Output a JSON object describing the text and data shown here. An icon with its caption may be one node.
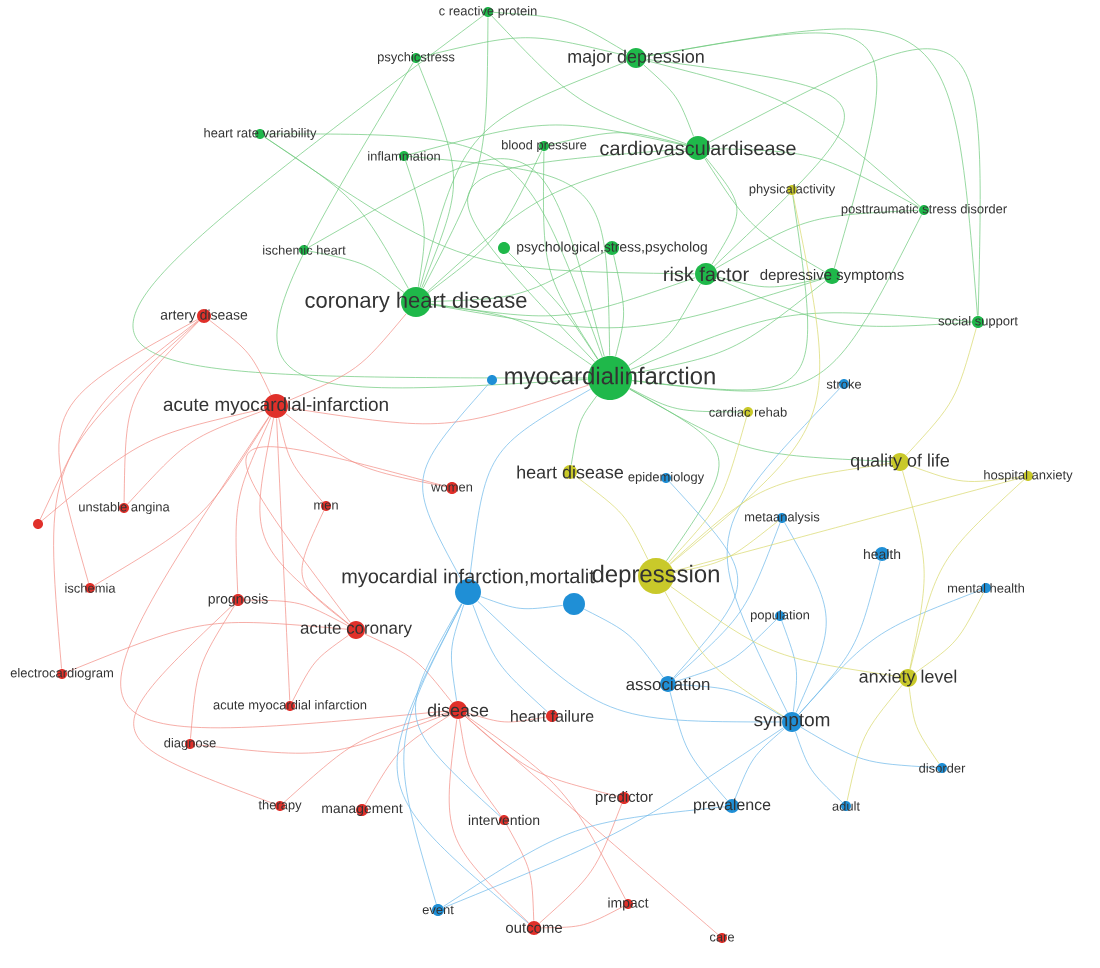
{
  "diagram": {
    "nodes": [
      {
        "text": [
          "c reactive protein"
        ]
      },
      {
        "text": [
          "psychicstress"
        ]
      },
      {
        "text": [
          "major depression"
        ]
      },
      {
        "text": [
          "heart rate variability"
        ]
      },
      {
        "text": [
          "blood pressure"
        ]
      },
      {
        "text": [
          "cardiovasculardisease"
        ]
      },
      {
        "text": [
          "inflammation"
        ]
      },
      {
        "text": [
          "physicalactivity"
        ]
      },
      {
        "text": [
          "posttraumatic stress disorder"
        ]
      },
      {
        "text": [
          "ischemic heart"
        ]
      },
      {
        "text": [],
        "shape": "circle"
      },
      {
        "text": [
          "psychological,stress,psycholog"
        ]
      },
      {
        "text": [
          "risk factor"
        ]
      },
      {
        "text": [
          "depressive symptoms"
        ]
      },
      {
        "text": [
          "coronary heart disease"
        ]
      },
      {
        "text": [
          "artery disease"
        ]
      },
      {
        "text": [
          "social support"
        ]
      },
      {
        "text": [
          "myocardialinfarction"
        ]
      },
      {
        "text": [],
        "shape": "circle"
      },
      {
        "text": [
          "stroke"
        ]
      },
      {
        "text": [
          "acute myocardial-infarction"
        ]
      },
      {
        "text": [
          "cardiac rehab"
        ]
      },
      {
        "text": [
          "quality of life"
        ]
      },
      {
        "text": [
          "heart disease"
        ]
      },
      {
        "text": [
          "epidemiology"
        ]
      },
      {
        "text": [
          "hospital anxiety"
        ]
      },
      {
        "text": [
          "women"
        ]
      },
      {
        "text": [
          "men"
        ]
      },
      {
        "text": [
          "unstable angina"
        ]
      },
      {
        "text": [
          "metaanalysis"
        ]
      },
      {
        "text": [],
        "shape": "circle"
      },
      {
        "text": [
          "health"
        ]
      },
      {
        "text": [
          "depresssion"
        ]
      },
      {
        "text": [
          "mental health"
        ]
      },
      {
        "text": [
          "ischemia"
        ]
      },
      {
        "text": [
          "myocardial infarction,mortalit"
        ]
      },
      {
        "text": [],
        "shape": "circle"
      },
      {
        "text": [
          "prognosis"
        ]
      },
      {
        "text": [
          "population"
        ]
      },
      {
        "text": [
          "acute coronary"
        ]
      },
      {
        "text": [
          "electrocardiogram"
        ]
      },
      {
        "text": [
          "anxiety level"
        ]
      },
      {
        "text": [
          "association"
        ]
      },
      {
        "text": [
          "acute myocardial infarction"
        ]
      },
      {
        "text": [
          "disease"
        ]
      },
      {
        "text": [
          "heart failure"
        ]
      },
      {
        "text": [
          "symptom"
        ]
      },
      {
        "text": [
          "diagnose"
        ]
      },
      {
        "text": [
          "disorder"
        ]
      },
      {
        "text": [
          "predictor"
        ]
      },
      {
        "text": [
          "therapy"
        ]
      },
      {
        "text": [
          "adult"
        ]
      },
      {
        "text": [
          "prevalence"
        ]
      },
      {
        "text": [
          "management"
        ]
      },
      {
        "text": [
          "intervention"
        ]
      },
      {
        "text": [
          "impact"
        ]
      },
      {
        "text": [
          "event"
        ]
      },
      {
        "text": [
          "outcome"
        ]
      },
      {
        "text": [
          "care"
        ]
      }
    ],
    "edges": [
      {
        "from": 17,
        "to": 0,
        "arrow": "none"
      },
      {
        "from": 17,
        "to": 1,
        "arrow": "none"
      },
      {
        "from": 17,
        "to": 3,
        "arrow": "none"
      },
      {
        "from": 17,
        "to": 4,
        "arrow": "none"
      },
      {
        "from": 17,
        "to": 5,
        "arrow": "none"
      },
      {
        "from": 17,
        "to": 6,
        "arrow": "none"
      },
      {
        "from": 17,
        "to": 8,
        "arrow": "none"
      },
      {
        "from": 17,
        "to": 9,
        "arrow": "none"
      },
      {
        "from": 17,
        "to": 11,
        "arrow": "none"
      },
      {
        "from": 17,
        "to": 12,
        "arrow": "none"
      },
      {
        "from": 17,
        "to": 13,
        "arrow": "none"
      },
      {
        "from": 17,
        "to": 14,
        "arrow": "none"
      },
      {
        "from": 17,
        "to": 16,
        "arrow": "none"
      },
      {
        "from": 17,
        "to": 32,
        "arrow": "none"
      },
      {
        "from": 17,
        "to": 23,
        "arrow": "none"
      },
      {
        "from": 17,
        "to": 7,
        "arrow": "none"
      },
      {
        "from": 17,
        "to": 21,
        "arrow": "none"
      },
      {
        "from": 17,
        "to": 22,
        "arrow": "none"
      },
      {
        "from": 17,
        "to": 10,
        "arrow": "none"
      },
      {
        "from": 14,
        "to": 0,
        "arrow": "none"
      },
      {
        "from": 14,
        "to": 1,
        "arrow": "none"
      },
      {
        "from": 14,
        "to": 2,
        "arrow": "none"
      },
      {
        "from": 14,
        "to": 3,
        "arrow": "none"
      },
      {
        "from": 14,
        "to": 5,
        "arrow": "none"
      },
      {
        "from": 14,
        "to": 6,
        "arrow": "none"
      },
      {
        "from": 14,
        "to": 9,
        "arrow": "none"
      },
      {
        "from": 14,
        "to": 11,
        "arrow": "none"
      },
      {
        "from": 14,
        "to": 12,
        "arrow": "none"
      },
      {
        "from": 14,
        "to": 13,
        "arrow": "none"
      },
      {
        "from": 14,
        "to": 4,
        "arrow": "none"
      },
      {
        "from": 5,
        "to": 2,
        "arrow": "none"
      },
      {
        "from": 5,
        "to": 4,
        "arrow": "none"
      },
      {
        "from": 5,
        "to": 6,
        "arrow": "none"
      },
      {
        "from": 5,
        "to": 8,
        "arrow": "none"
      },
      {
        "from": 5,
        "to": 12,
        "arrow": "none"
      },
      {
        "from": 5,
        "to": 13,
        "arrow": "none"
      },
      {
        "from": 5,
        "to": 16,
        "arrow": "none"
      },
      {
        "from": 5,
        "to": 0,
        "arrow": "none"
      },
      {
        "from": 2,
        "to": 0,
        "arrow": "none"
      },
      {
        "from": 2,
        "to": 1,
        "arrow": "none"
      },
      {
        "from": 2,
        "to": 12,
        "arrow": "none"
      },
      {
        "from": 2,
        "to": 13,
        "arrow": "none"
      },
      {
        "from": 2,
        "to": 8,
        "arrow": "none"
      },
      {
        "from": 2,
        "to": 16,
        "arrow": "none"
      },
      {
        "from": 12,
        "to": 13,
        "arrow": "none"
      },
      {
        "from": 12,
        "to": 16,
        "arrow": "none"
      },
      {
        "from": 12,
        "to": 8,
        "arrow": "none"
      },
      {
        "from": 12,
        "to": 3,
        "arrow": "none"
      },
      {
        "from": 20,
        "to": 15,
        "arrow": "none",
        "color": "#f28b82"
      },
      {
        "from": 20,
        "to": 28,
        "arrow": "none",
        "color": "#f28b82"
      },
      {
        "from": 20,
        "to": 27,
        "arrow": "none",
        "color": "#f28b82"
      },
      {
        "from": 20,
        "to": 26,
        "arrow": "none",
        "color": "#f28b82"
      },
      {
        "from": 20,
        "to": 34,
        "arrow": "none",
        "color": "#f28b82"
      },
      {
        "from": 20,
        "to": 37,
        "arrow": "none",
        "color": "#f28b82"
      },
      {
        "from": 20,
        "to": 39,
        "arrow": "none",
        "color": "#f28b82"
      },
      {
        "from": 20,
        "to": 43,
        "arrow": "none",
        "color": "#f28b82"
      },
      {
        "from": 20,
        "to": 44,
        "arrow": "none",
        "color": "#f28b82"
      },
      {
        "from": 20,
        "to": 30,
        "arrow": "none",
        "color": "#f28b82"
      },
      {
        "from": 20,
        "to": 14,
        "arrow": "none",
        "color": "#f28b82"
      },
      {
        "from": 20,
        "to": 17,
        "arrow": "none",
        "color": "#f28b82"
      },
      {
        "from": 44,
        "to": 45,
        "arrow": "none",
        "color": "#f28b82"
      },
      {
        "from": 44,
        "to": 47,
        "arrow": "none",
        "color": "#f28b82"
      },
      {
        "from": 44,
        "to": 50,
        "arrow": "none",
        "color": "#f28b82"
      },
      {
        "from": 44,
        "to": 53,
        "arrow": "none",
        "color": "#f28b82"
      },
      {
        "from": 44,
        "to": 54,
        "arrow": "none",
        "color": "#f28b82"
      },
      {
        "from": 44,
        "to": 55,
        "arrow": "none",
        "color": "#f28b82"
      },
      {
        "from": 44,
        "to": 57,
        "arrow": "none",
        "color": "#f28b82"
      },
      {
        "from": 44,
        "to": 58,
        "arrow": "none",
        "color": "#f28b82"
      },
      {
        "from": 44,
        "to": 49,
        "arrow": "none",
        "color": "#f28b82"
      },
      {
        "from": 44,
        "to": 39,
        "arrow": "none",
        "color": "#f28b82"
      },
      {
        "from": 39,
        "to": 37,
        "arrow": "none",
        "color": "#f28b82"
      },
      {
        "from": 39,
        "to": 43,
        "arrow": "none",
        "color": "#f28b82"
      },
      {
        "from": 39,
        "to": 26,
        "arrow": "none",
        "color": "#f28b82"
      },
      {
        "from": 39,
        "to": 27,
        "arrow": "none",
        "color": "#f28b82"
      },
      {
        "from": 39,
        "to": 40,
        "arrow": "none",
        "color": "#f28b82"
      },
      {
        "from": 57,
        "to": 54,
        "arrow": "none",
        "color": "#f28b82"
      },
      {
        "from": 57,
        "to": 55,
        "arrow": "none",
        "color": "#f28b82"
      },
      {
        "from": 57,
        "to": 49,
        "arrow": "none",
        "color": "#f28b82"
      },
      {
        "from": 15,
        "to": 28,
        "arrow": "none",
        "color": "#f28b82"
      },
      {
        "from": 15,
        "to": 30,
        "arrow": "none",
        "color": "#f28b82"
      },
      {
        "from": 15,
        "to": 34,
        "arrow": "none",
        "color": "#f28b82"
      },
      {
        "from": 15,
        "to": 40,
        "arrow": "none",
        "color": "#f28b82"
      },
      {
        "from": 37,
        "to": 47,
        "arrow": "none",
        "color": "#f28b82"
      },
      {
        "from": 37,
        "to": 50,
        "arrow": "none",
        "color": "#f28b82"
      },
      {
        "from": 35,
        "to": 44,
        "arrow": "none",
        "color": "#6bb8ea"
      },
      {
        "from": 35,
        "to": 45,
        "arrow": "none",
        "color": "#6bb8ea"
      },
      {
        "from": 35,
        "to": 17,
        "arrow": "none",
        "color": "#6bb8ea"
      },
      {
        "from": 35,
        "to": 56,
        "arrow": "none",
        "color": "#6bb8ea"
      },
      {
        "from": 35,
        "to": 57,
        "arrow": "none",
        "color": "#6bb8ea"
      },
      {
        "from": 35,
        "to": 54,
        "arrow": "none",
        "color": "#6bb8ea"
      },
      {
        "from": 35,
        "to": 36,
        "arrow": "none",
        "color": "#6bb8ea"
      },
      {
        "from": 35,
        "to": 18,
        "arrow": "none",
        "color": "#6bb8ea"
      },
      {
        "from": 46,
        "to": 42,
        "arrow": "none",
        "color": "#6bb8ea"
      },
      {
        "from": 46,
        "to": 52,
        "arrow": "none",
        "color": "#6bb8ea"
      },
      {
        "from": 46,
        "to": 51,
        "arrow": "none",
        "color": "#6bb8ea"
      },
      {
        "from": 46,
        "to": 48,
        "arrow": "none",
        "color": "#6bb8ea"
      },
      {
        "from": 46,
        "to": 33,
        "arrow": "none",
        "color": "#6bb8ea"
      },
      {
        "from": 46,
        "to": 31,
        "arrow": "none",
        "color": "#6bb8ea"
      },
      {
        "from": 46,
        "to": 29,
        "arrow": "none",
        "color": "#6bb8ea"
      },
      {
        "from": 46,
        "to": 38,
        "arrow": "none",
        "color": "#6bb8ea"
      },
      {
        "from": 46,
        "to": 35,
        "arrow": "none",
        "color": "#6bb8ea"
      },
      {
        "from": 46,
        "to": 56,
        "arrow": "none",
        "color": "#6bb8ea"
      },
      {
        "from": 46,
        "to": 19,
        "arrow": "none",
        "color": "#6bb8ea"
      },
      {
        "from": 42,
        "to": 52,
        "arrow": "none",
        "color": "#6bb8ea"
      },
      {
        "from": 42,
        "to": 38,
        "arrow": "none",
        "color": "#6bb8ea"
      },
      {
        "from": 42,
        "to": 29,
        "arrow": "none",
        "color": "#6bb8ea"
      },
      {
        "from": 42,
        "to": 24,
        "arrow": "none",
        "color": "#6bb8ea"
      },
      {
        "from": 42,
        "to": 36,
        "arrow": "none",
        "color": "#6bb8ea"
      },
      {
        "from": 52,
        "to": 56,
        "arrow": "none",
        "color": "#6bb8ea"
      },
      {
        "from": 32,
        "to": 41,
        "arrow": "none",
        "color": "#d9d96a"
      },
      {
        "from": 32,
        "to": 22,
        "arrow": "none",
        "color": "#d9d96a"
      },
      {
        "from": 32,
        "to": 25,
        "arrow": "none",
        "color": "#d9d96a"
      },
      {
        "from": 32,
        "to": 21,
        "arrow": "none",
        "color": "#d9d96a"
      },
      {
        "from": 32,
        "to": 23,
        "arrow": "none",
        "color": "#d9d96a"
      },
      {
        "from": 32,
        "to": 46,
        "arrow": "none",
        "color": "#d9d96a"
      },
      {
        "from": 32,
        "to": 29,
        "arrow": "none",
        "color": "#d9d96a"
      },
      {
        "from": 32,
        "to": 7,
        "arrow": "none",
        "color": "#d9d96a"
      },
      {
        "from": 41,
        "to": 22,
        "arrow": "none",
        "color": "#d9d96a"
      },
      {
        "from": 41,
        "to": 25,
        "arrow": "none",
        "color": "#d9d96a"
      },
      {
        "from": 41,
        "to": 48,
        "arrow": "none",
        "color": "#d9d96a"
      },
      {
        "from": 41,
        "to": 51,
        "arrow": "none",
        "color": "#d9d96a"
      },
      {
        "from": 41,
        "to": 33,
        "arrow": "none",
        "color": "#d9d96a"
      },
      {
        "from": 22,
        "to": 25,
        "arrow": "none",
        "color": "#d9d96a"
      },
      {
        "from": 22,
        "to": 16,
        "arrow": "none",
        "color": "#d9d96a"
      }
    ]
  }
}
